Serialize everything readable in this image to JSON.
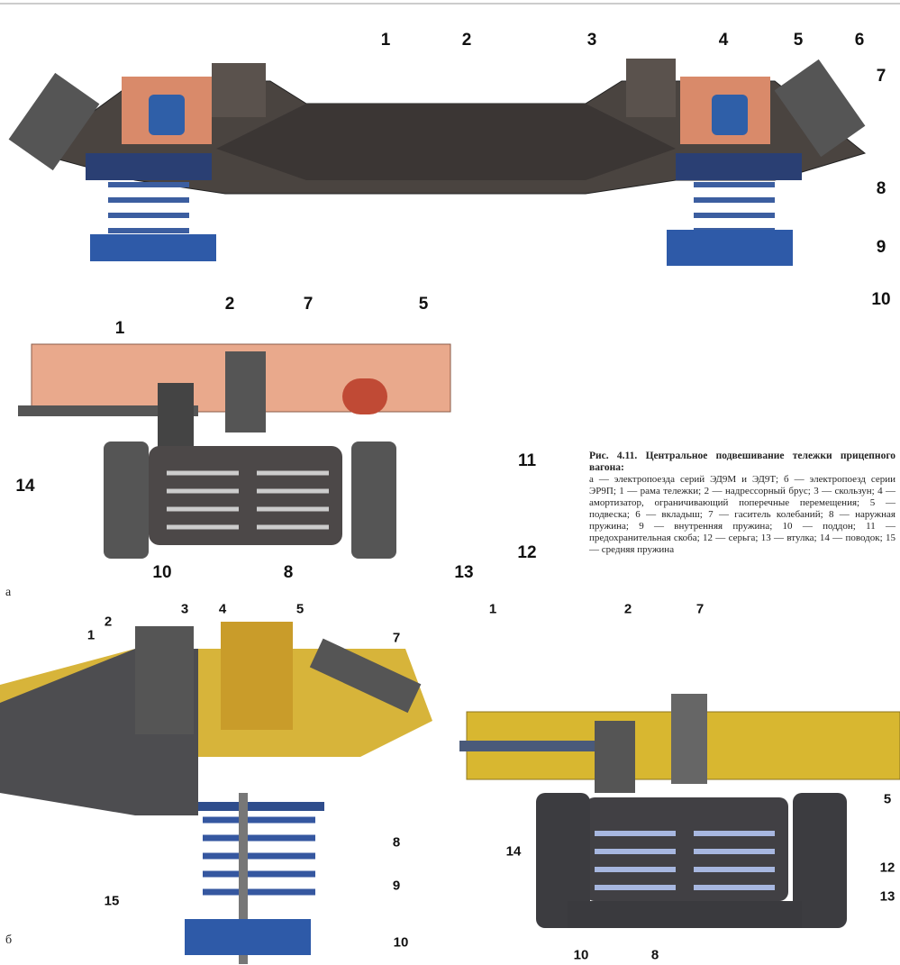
{
  "figure_top": {
    "labels": [
      "1",
      "2",
      "3",
      "4",
      "5",
      "6",
      "7",
      "8",
      "9",
      "10"
    ]
  },
  "figure_a": {
    "sub_label": "а",
    "labels": [
      "1",
      "2",
      "7",
      "5",
      "11",
      "14",
      "12",
      "10",
      "8",
      "13"
    ]
  },
  "figure_b_left": {
    "sub_label": "б",
    "labels": [
      "3",
      "4",
      "5",
      "1",
      "2",
      "7",
      "8",
      "9",
      "15",
      "10"
    ]
  },
  "figure_b_right": {
    "labels": [
      "1",
      "2",
      "7",
      "5",
      "14",
      "12",
      "13",
      "10",
      "8"
    ]
  },
  "caption": {
    "title": "Рис. 4.11. Центральное подвешивание тележки прицепного вагона:",
    "body": "а — электропоезда серий ЭД9М и ЭД9Т; б — электропоезд серии ЭР9П; 1 — рама тележки; 2 — надрессорный брус; 3 — скользун; 4 — амортизатор, ограничивающий поперечные перемещения; 5 — подвеска; 6 — вкладыш; 7 — гаситель колебаний; 8 — наружная пружина; 9 — внутренняя пружина; 10 — поддон; 11 — предохранительная скоба; 12 — серьга; 13 — втулка; 14 — поводок; 15 — средняя пружина"
  }
}
